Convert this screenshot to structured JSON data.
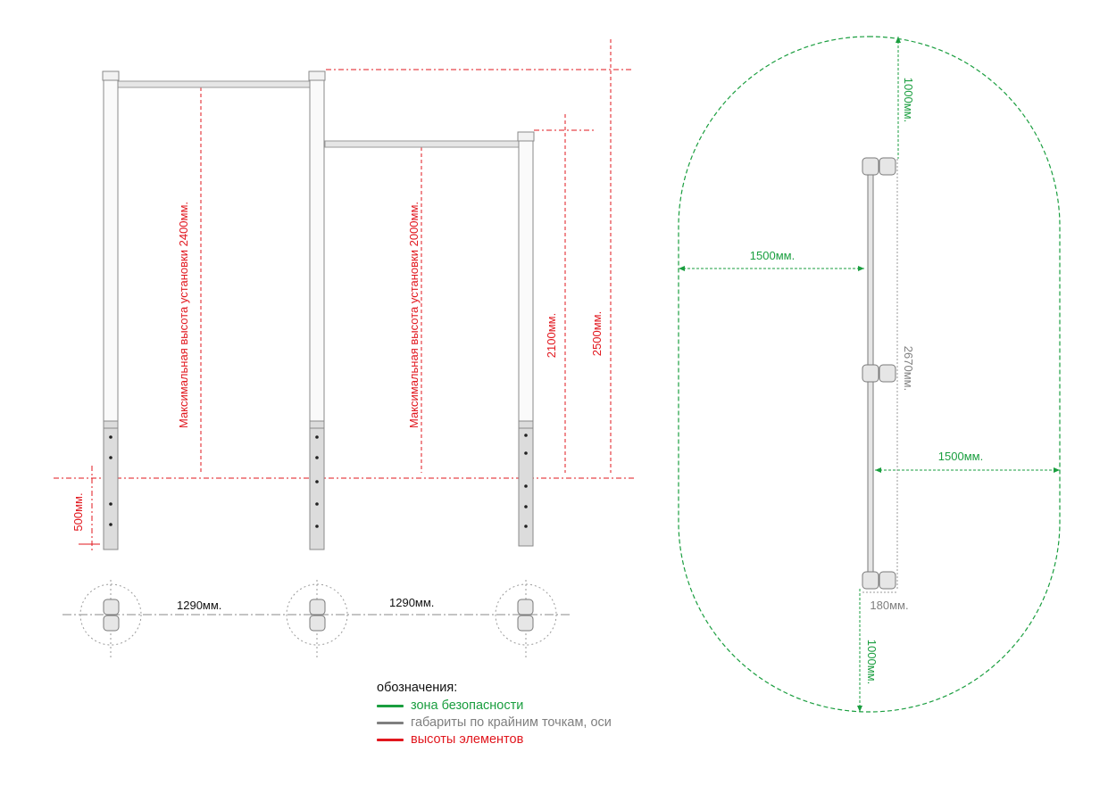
{
  "colors": {
    "safety": "#1a9e3f",
    "dimension": "#7f7f7f",
    "height": "#e1171e"
  },
  "front_view": {
    "height_label_tall": "Максимальная высота установки  2400мм.",
    "height_label_short": "Максимальная высота установки  2000мм.",
    "dim_2100": "2100мм.",
    "dim_2500": "2500мм.",
    "dim_500": "500мм."
  },
  "footprint": {
    "spacing_left": "1290мм.",
    "spacing_right": "1290мм."
  },
  "plan_view": {
    "dim_top": "1000мм.",
    "dim_bottom": "1000мм.",
    "dim_left": "1500мм.",
    "dim_right": "1500мм.",
    "dim_length": "2670мм.",
    "dim_width": "180мм."
  },
  "legend": {
    "title": "обозначения:",
    "items": [
      {
        "label": "зона безопасности",
        "color": "#1a9e3f"
      },
      {
        "label": "габариты по крайним точкам, оси",
        "color": "#7f7f7f"
      },
      {
        "label": "высоты элементов",
        "color": "#e1171e"
      }
    ]
  }
}
